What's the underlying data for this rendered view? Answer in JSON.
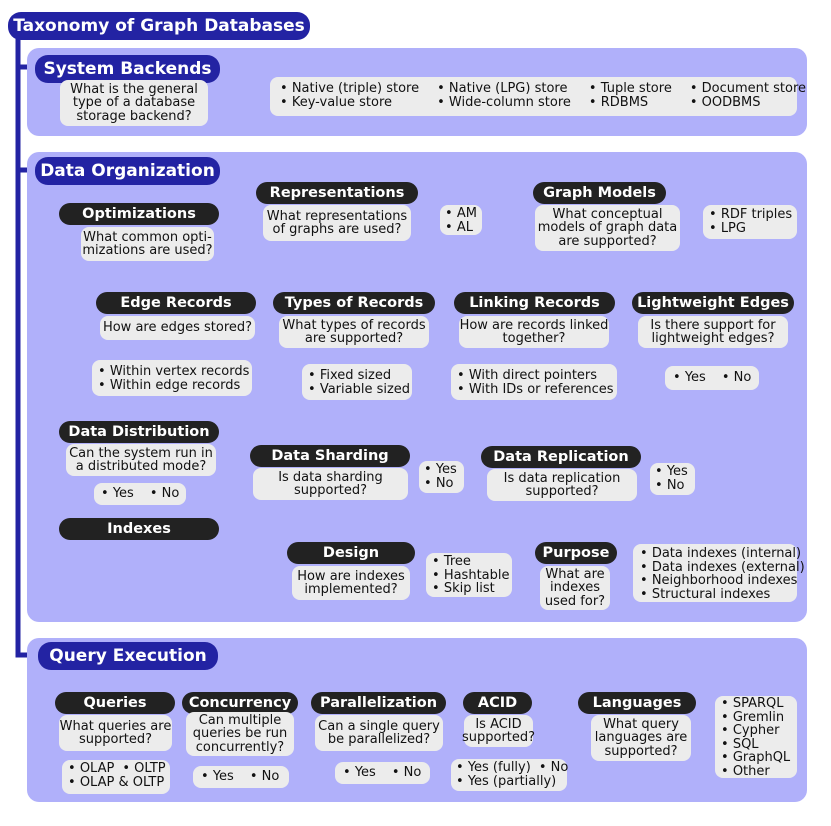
{
  "title": "Taxonomy of Graph Databases",
  "colors": {
    "accent": "#2323a3",
    "panel": "#b0b0fa",
    "node": "#222222",
    "box": "#ececec"
  },
  "system_backends": {
    "title": "System Backends",
    "question": "What is the general type of a database storage backend?",
    "answers": [
      [
        "Native (triple) store",
        "Key-value store"
      ],
      [
        "Native (LPG) store",
        "Wide-column store"
      ],
      [
        "Tuple store",
        "RDBMS"
      ],
      [
        "Document store",
        "OODBMS"
      ]
    ]
  },
  "data_organization": {
    "title": "Data Organization",
    "representations": {
      "title": "Representations",
      "question": "What representations of graphs are used?",
      "answers": [
        "AM",
        "AL"
      ]
    },
    "graph_models": {
      "title": "Graph Models",
      "question": "What conceptual models of graph data are supported?",
      "answers": [
        "RDF triples",
        "LPG"
      ]
    },
    "optimizations": {
      "title": "Optimizations",
      "question": "What common opti-mizations are used?"
    },
    "edge_records": {
      "title": "Edge Records",
      "question": "How are edges stored?",
      "answers": [
        "Within vertex records",
        "Within edge records"
      ]
    },
    "types_of_records": {
      "title": "Types of Records",
      "question": "What types of records are supported?",
      "answers": [
        "Fixed sized",
        "Variable sized"
      ]
    },
    "linking_records": {
      "title": "Linking Records",
      "question": "How are records linked together?",
      "answers": [
        "With direct pointers",
        "With IDs or references"
      ]
    },
    "lightweight_edges": {
      "title": "Lightweight Edges",
      "question": "Is there support for lightweight edges?",
      "answers": [
        "Yes",
        "No"
      ]
    },
    "data_distribution": {
      "title": "Data Distribution",
      "question": "Can the system run in a distributed mode?",
      "answers": [
        "Yes",
        "No"
      ]
    },
    "data_sharding": {
      "title": "Data Sharding",
      "question": "Is data sharding supported?",
      "answers": [
        "Yes",
        "No"
      ]
    },
    "data_replication": {
      "title": "Data Replication",
      "question": "Is data replication supported?",
      "answers": [
        "Yes",
        "No"
      ]
    },
    "indexes": {
      "title": "Indexes"
    },
    "design": {
      "title": "Design",
      "question": "How are indexes implemented?",
      "answers": [
        "Tree",
        "Hashtable",
        "Skip list"
      ]
    },
    "purpose": {
      "title": "Purpose",
      "question": "What are indexes used for?",
      "answers": [
        "Data indexes (internal)",
        "Data indexes (external)",
        "Neighborhood indexes",
        "Structural indexes"
      ]
    }
  },
  "query_execution": {
    "title": "Query Execution",
    "queries": {
      "title": "Queries",
      "question": "What queries are supported?",
      "answers": [
        "OLAP",
        "OLTP",
        "OLAP & OLTP"
      ]
    },
    "concurrency": {
      "title": "Concurrency",
      "question": "Can multiple queries be run concurrently?",
      "answers": [
        "Yes",
        "No"
      ]
    },
    "parallelization": {
      "title": "Parallelization",
      "question": "Can a single query be parallelized?",
      "answers": [
        "Yes",
        "No"
      ]
    },
    "acid": {
      "title": "ACID",
      "question": "Is ACID supported?",
      "answers": [
        "Yes (fully)",
        "No",
        "Yes (partially)"
      ]
    },
    "languages": {
      "title": "Languages",
      "question": "What query languages are supported?",
      "answers": [
        "SPARQL",
        "Gremlin",
        "Cypher",
        "SQL",
        "GraphQL",
        "Other"
      ]
    }
  }
}
